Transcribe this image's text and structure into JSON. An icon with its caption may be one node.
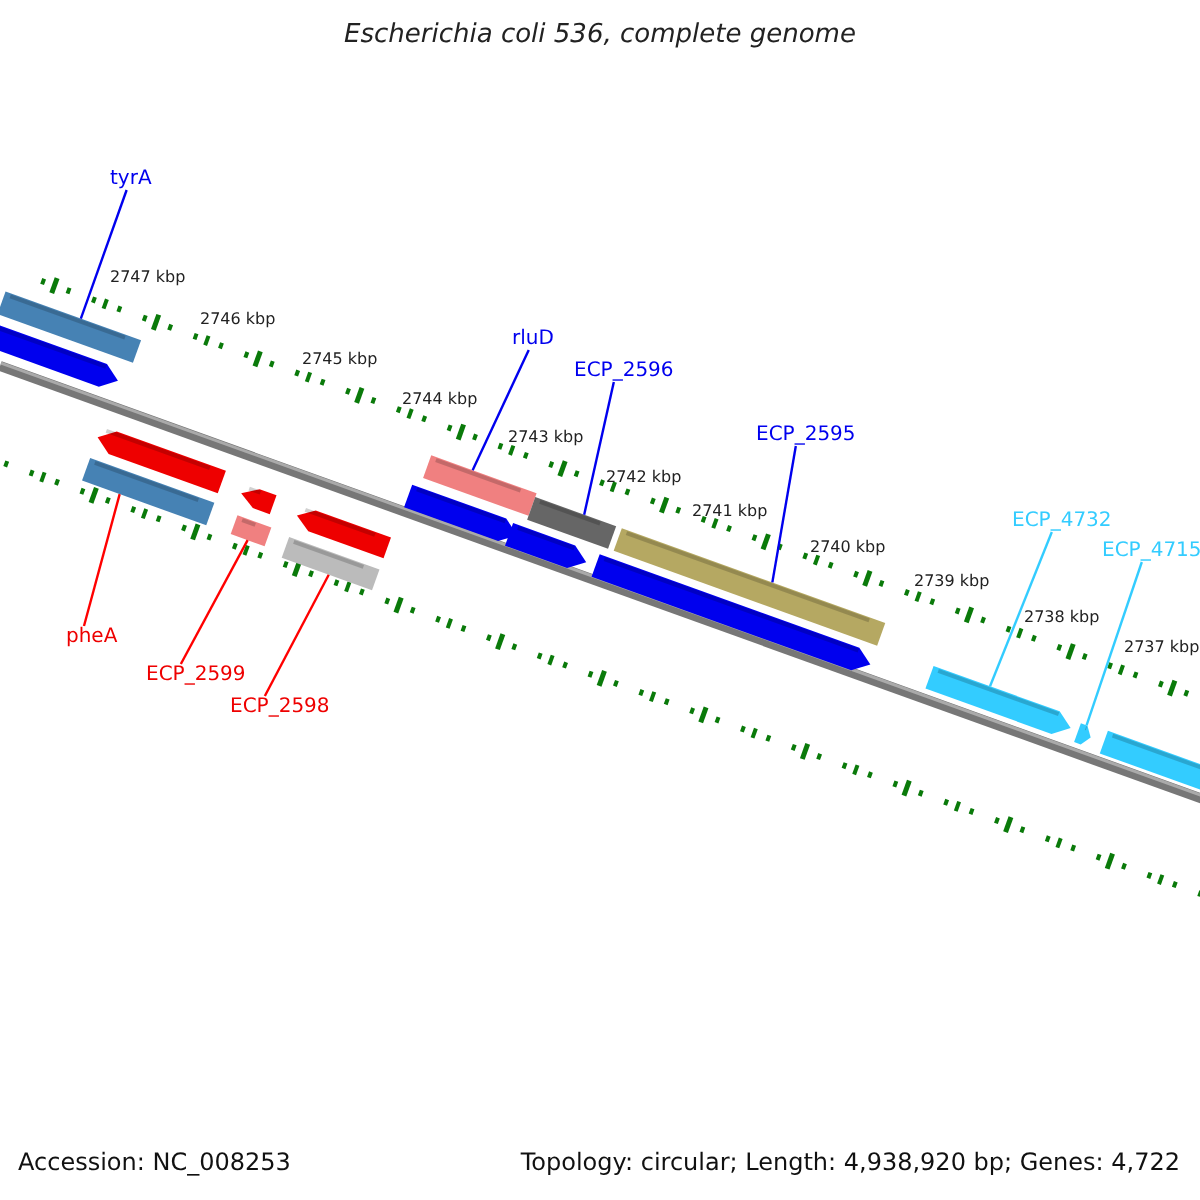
{
  "diagram": {
    "title": "Escherichia coli 536, complete genome",
    "nodes": [
      {
        "text": [
          "tyrA"
        ]
      },
      {
        "text": [
          "rluD"
        ]
      },
      {
        "text": [
          "ECP_2596"
        ]
      },
      {
        "text": [
          "ECP_2595"
        ]
      },
      {
        "text": [
          "ECP_4732"
        ]
      },
      {
        "text": [
          "ECP_4715"
        ]
      },
      {
        "text": [
          "pheA"
        ]
      },
      {
        "text": [
          "ECP_2599"
        ]
      },
      {
        "text": [
          "ECP_2598"
        ]
      },
      {
        "text": [],
        "shape": "bar"
      },
      {
        "text": [],
        "shape": "bar"
      },
      {
        "text": [],
        "shape": "bar"
      },
      {
        "text": [],
        "shape": "bar"
      },
      {
        "text": [],
        "shape": "bar"
      },
      {
        "text": [],
        "shape": "bar"
      },
      {
        "text": [],
        "shape": "bar"
      },
      {
        "text": [],
        "shape": "bar"
      },
      {
        "text": [],
        "shape": "bar"
      },
      {
        "text": [],
        "shape": "bar"
      },
      {
        "text": [],
        "shape": "bar"
      },
      {
        "text": [],
        "shape": "bar"
      },
      {
        "text": [],
        "shape": "bar"
      },
      {
        "text": [],
        "shape": "bar"
      },
      {
        "text": [],
        "shape": "bar"
      },
      {
        "text": [],
        "shape": "bar"
      },
      {
        "text": [],
        "shape": "bar"
      }
    ],
    "edges": [
      {
        "from": 0,
        "to": 9,
        "arrow": "none"
      },
      {
        "from": 1,
        "to": 18,
        "arrow": "none"
      },
      {
        "from": 2,
        "to": 20,
        "arrow": "none"
      },
      {
        "from": 3,
        "to": 22,
        "arrow": "none"
      },
      {
        "from": 4,
        "to": 23,
        "arrow": "none",
        "color": "#33ccff"
      },
      {
        "from": 5,
        "to": 24,
        "arrow": "none",
        "color": "#33ccff"
      },
      {
        "from": 6,
        "to": 12,
        "arrow": "none",
        "color": "#ff0000"
      },
      {
        "from": 7,
        "to": 14,
        "arrow": "none",
        "color": "#ff0000"
      },
      {
        "from": 8,
        "to": 16,
        "arrow": "none",
        "color": "#ff0000"
      }
    ],
    "labels": [
      "2747 kbp",
      "2746 kbp",
      "2745 kbp",
      "2744 kbp",
      "2743 kbp",
      "2742 kbp",
      "2741 kbp",
      "2740 kbp",
      "2739 kbp",
      "2738 kbp",
      "2737 kbp",
      "Accession: NC_008253",
      "Topology: circular; Length: 4,938,920 bp; Genes: 4,722"
    ]
  }
}
